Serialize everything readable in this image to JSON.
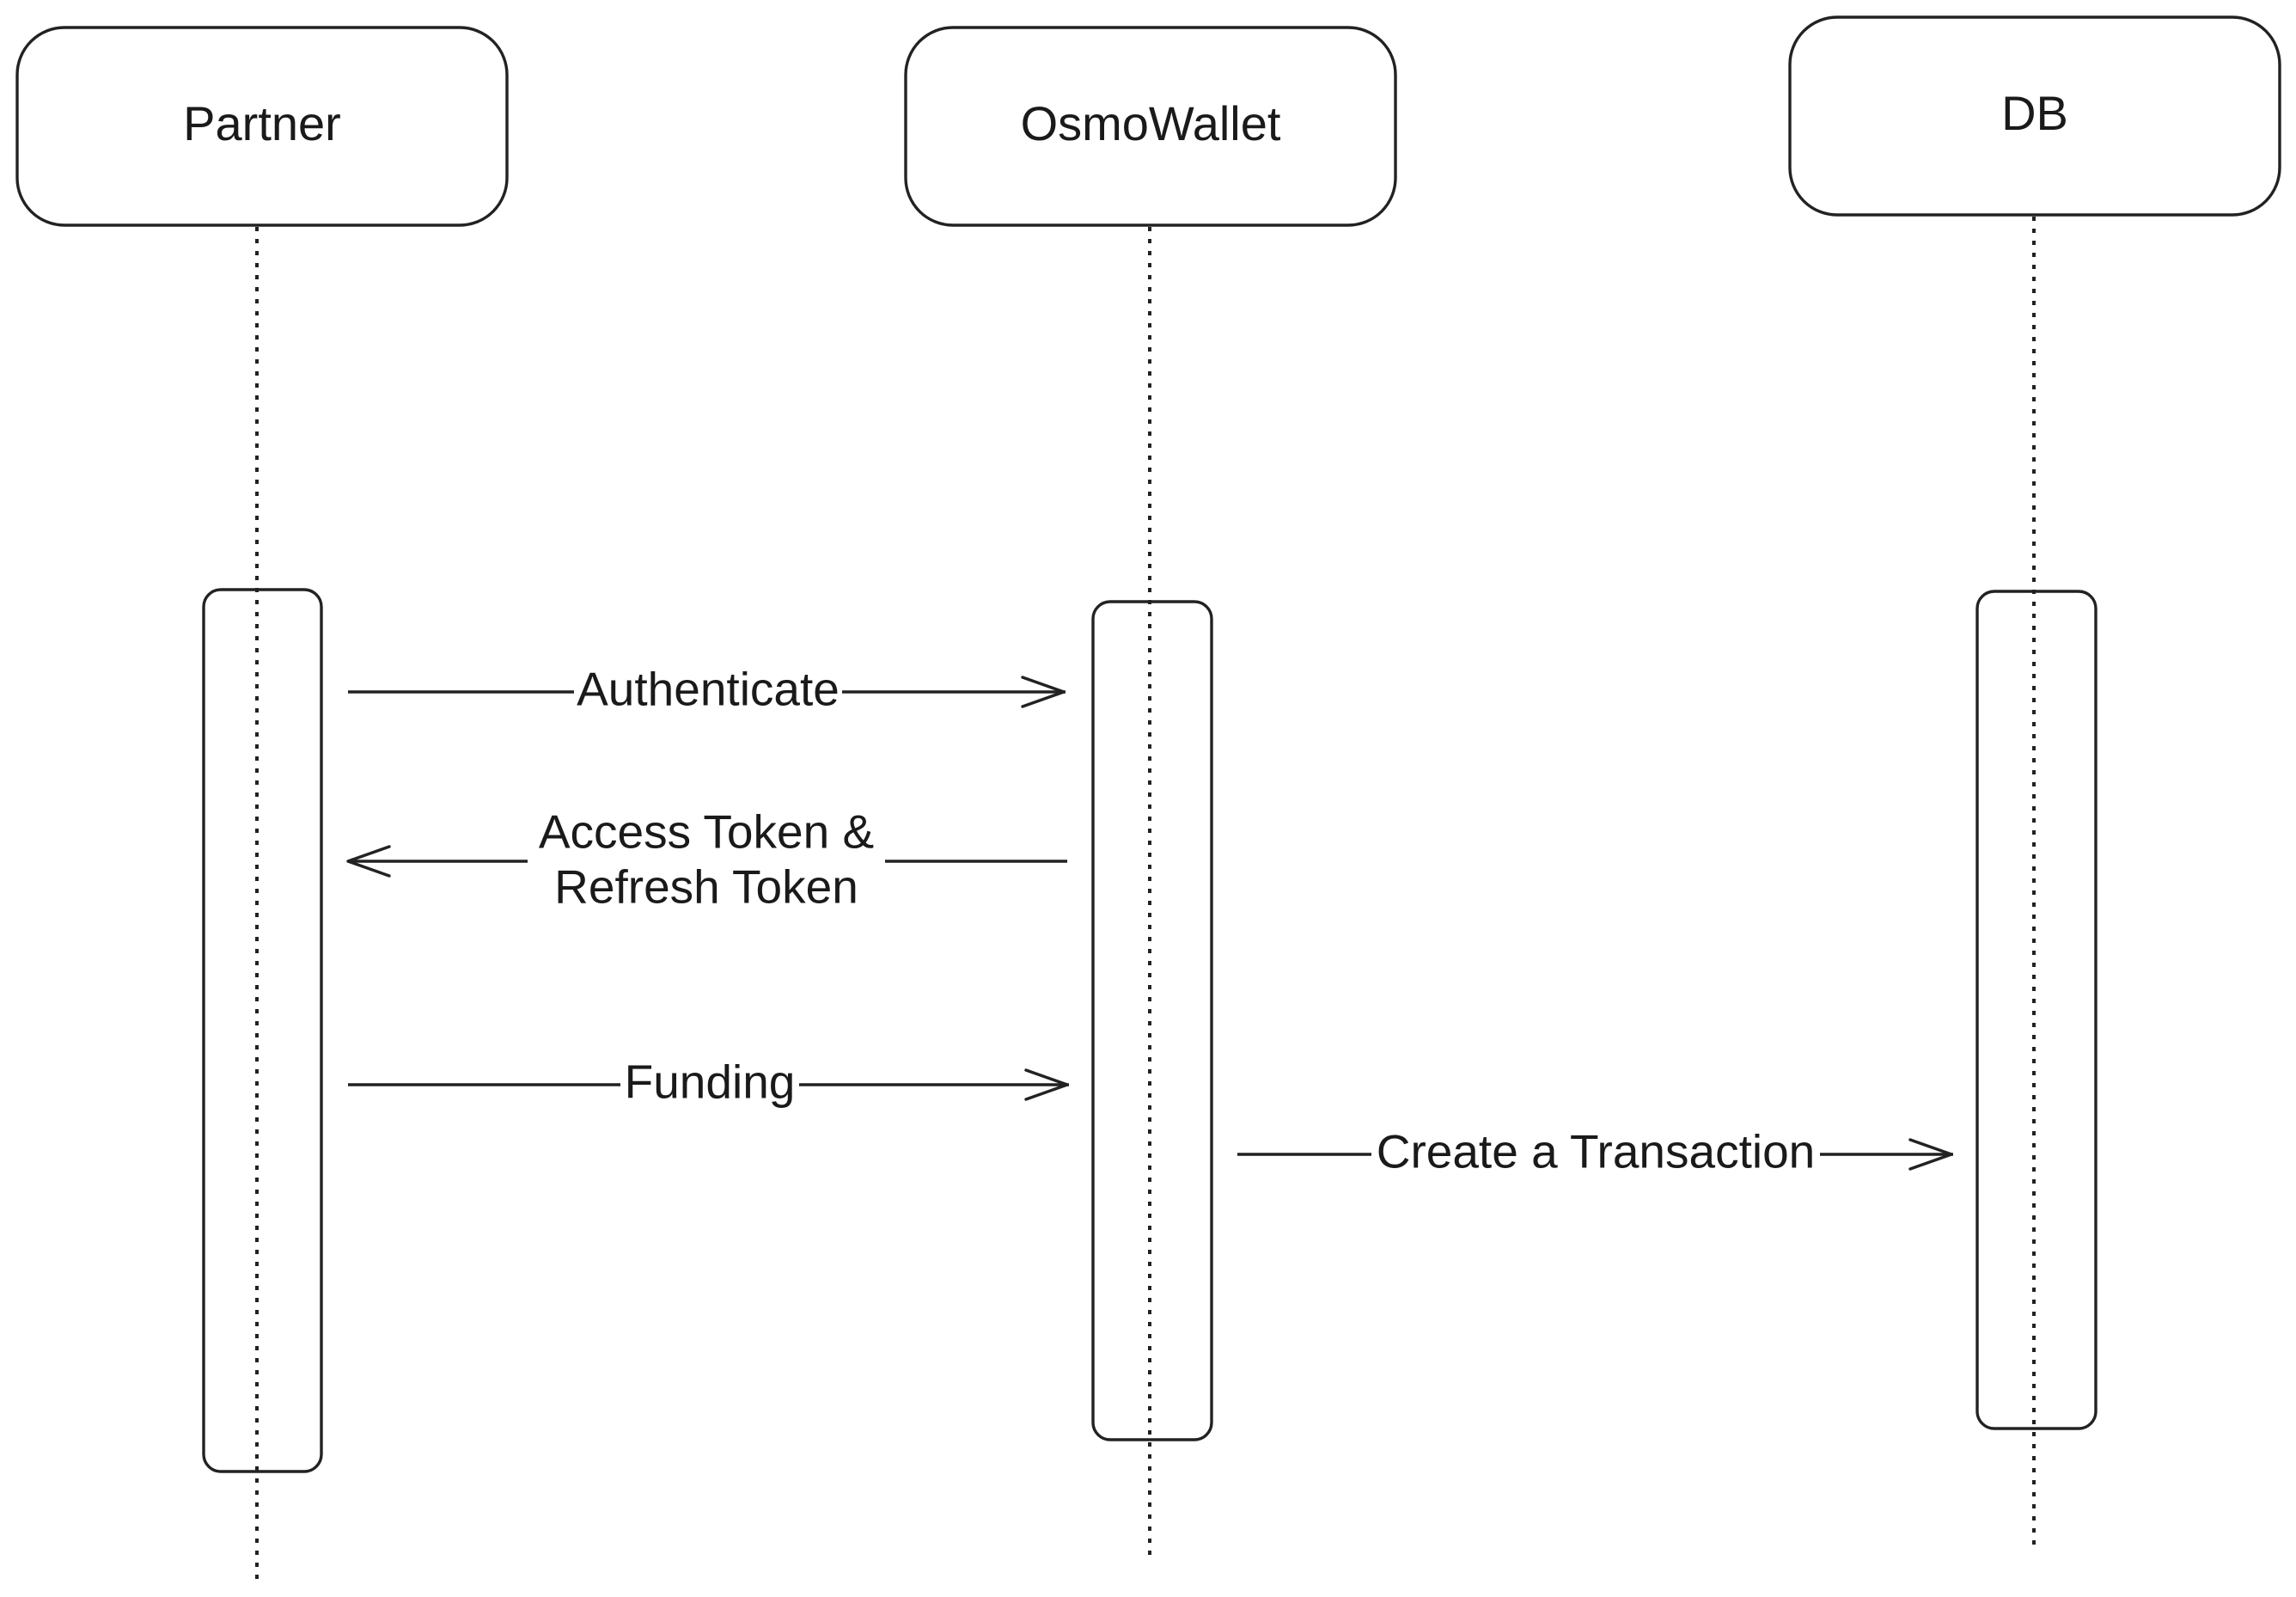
{
  "participants": [
    {
      "id": "partner",
      "label": "Partner"
    },
    {
      "id": "osmowallet",
      "label": "OsmoWallet"
    },
    {
      "id": "db",
      "label": "DB"
    }
  ],
  "messages": [
    {
      "id": "authenticate",
      "from": "partner",
      "to": "osmowallet",
      "lines": [
        "Authenticate"
      ]
    },
    {
      "id": "access-token",
      "from": "osmowallet",
      "to": "partner",
      "lines": [
        "Access Token &",
        "Refresh Token"
      ]
    },
    {
      "id": "funding",
      "from": "partner",
      "to": "osmowallet",
      "lines": [
        "Funding"
      ]
    },
    {
      "id": "create-transaction",
      "from": "osmowallet",
      "to": "db",
      "lines": [
        "Create a Transaction"
      ]
    }
  ],
  "colors": {
    "stroke": "#222222",
    "text": "#1a1a1a",
    "background": "#ffffff"
  }
}
